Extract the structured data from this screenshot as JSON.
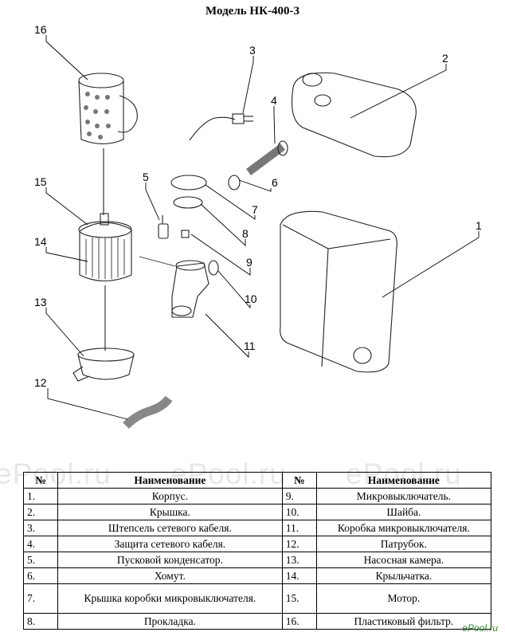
{
  "title": "Модель НК-400-3",
  "callouts": [
    "1",
    "2",
    "3",
    "4",
    "5",
    "6",
    "7",
    "8",
    "9",
    "10",
    "11",
    "12",
    "13",
    "14",
    "15",
    "16"
  ],
  "table": {
    "headers": [
      "№",
      "Наименование",
      "№",
      "Наименование"
    ],
    "rows": [
      {
        "n1": "1.",
        "name1": "Корпус.",
        "n2": "9.",
        "name2": "Микровыключатель."
      },
      {
        "n1": "2.",
        "name1": "Крышка.",
        "n2": "10.",
        "name2": "Шайба."
      },
      {
        "n1": "3.",
        "name1": "Штепсель сетевого кабеля.",
        "n2": "11.",
        "name2": "Коробка микровыключателя."
      },
      {
        "n1": "4.",
        "name1": "Защита сетевого кабеля.",
        "n2": "12.",
        "name2": "Патрубок."
      },
      {
        "n1": "5.",
        "name1": "Пусковой конденсатор.",
        "n2": "13.",
        "name2": "Насосная камера."
      },
      {
        "n1": "6.",
        "name1": "Хомут.",
        "n2": "14.",
        "name2": "Крыльчатка."
      },
      {
        "n1": "7.",
        "name1": "Крышка коробки микровыключателя.",
        "n2": "15.",
        "name2": "Мотор."
      },
      {
        "n1": "8.",
        "name1": "Прокладка.",
        "n2": "16.",
        "name2": "Пластиковый фильтр."
      }
    ]
  },
  "watermark": "ePool.ru",
  "corner_logo": "ePool.ru"
}
